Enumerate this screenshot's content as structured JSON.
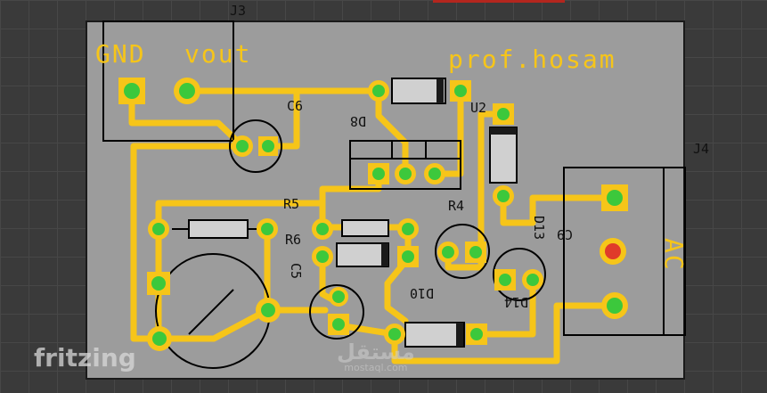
{
  "board": {
    "label_j3": "J3",
    "label_j4": "J4",
    "text_gnd": "GND",
    "text_vout": "vout",
    "text_author": "prof.hosam",
    "text_ac": "AC"
  },
  "components": {
    "c6": "C6",
    "d8": "D8",
    "u2": "U2",
    "r5": "R5",
    "r4": "R4",
    "r6": "R6",
    "c5": "C5",
    "d13": "D13",
    "c9": "C9",
    "d10": "D10",
    "d14": "D14"
  },
  "branding": {
    "app_name": "fritzing",
    "watermark_ar": "مستقل",
    "watermark_en": "mostaql.com"
  },
  "colors": {
    "board": "#9c9c9c",
    "trace": "#f6c519",
    "pad": "#3cc83c",
    "pad_ring": "#f6c519",
    "ac_pad": "#e03a2a",
    "background": "#3a3a3a"
  }
}
